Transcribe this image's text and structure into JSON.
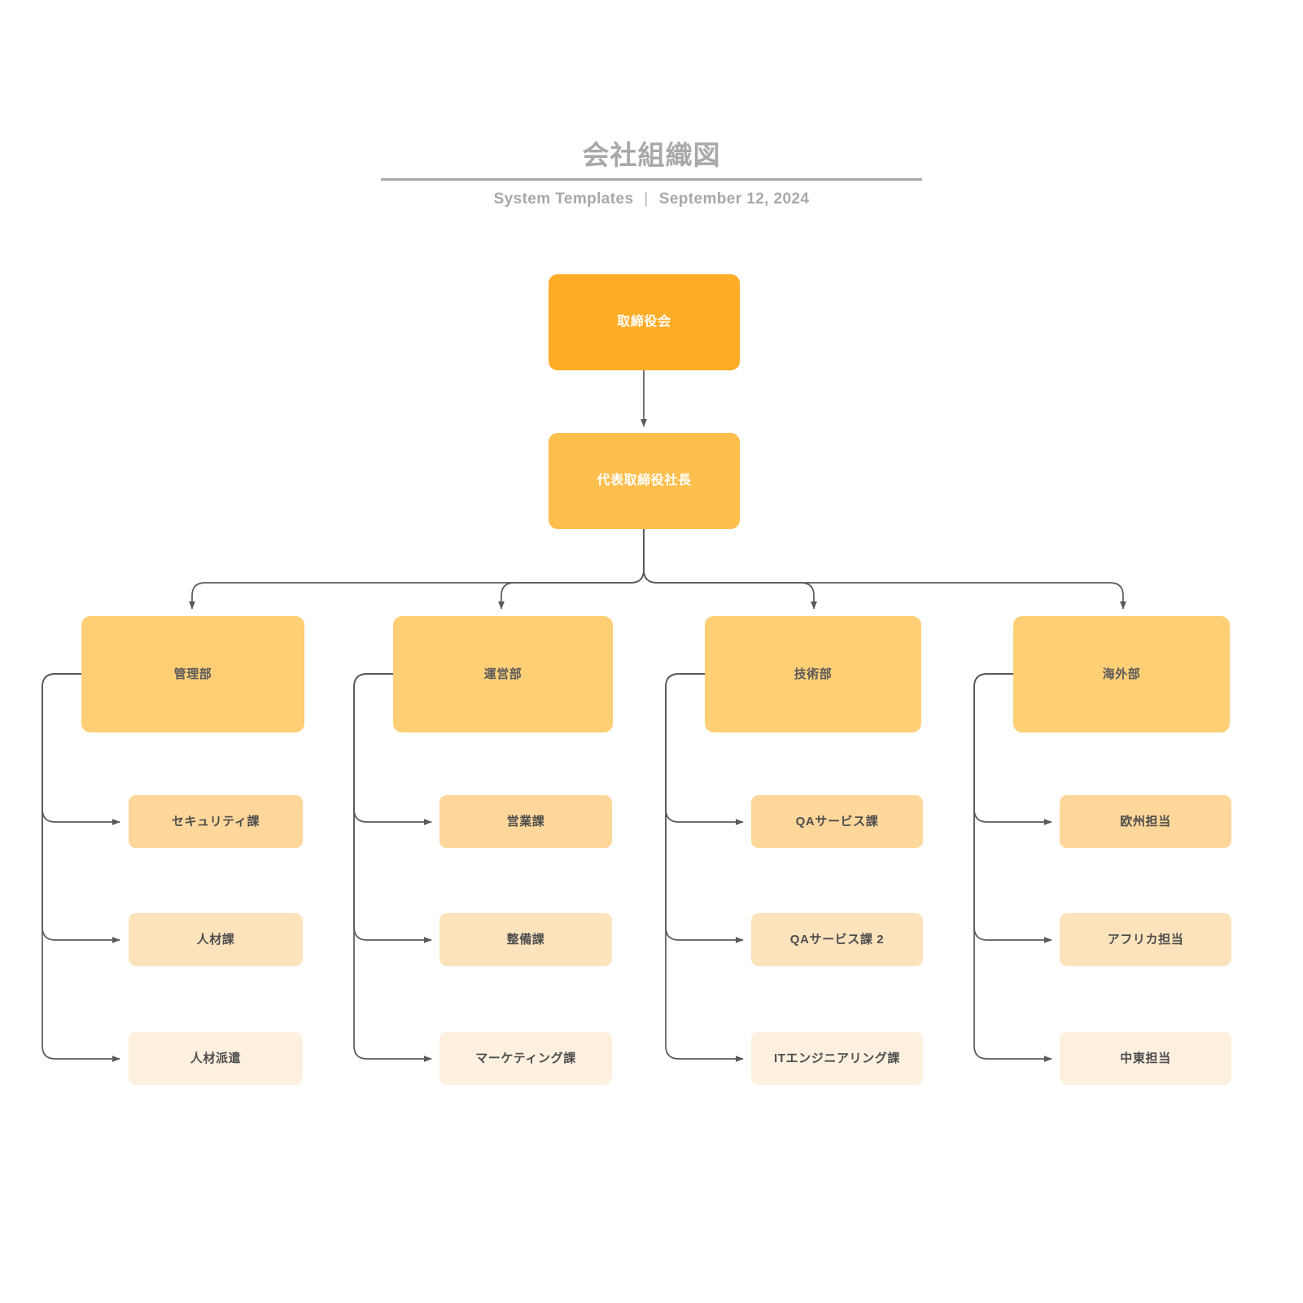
{
  "header": {
    "title": "会社組織図",
    "source": "System Templates",
    "separator": "|",
    "date": "September 12, 2024"
  },
  "colors": {
    "root": "#ffac26",
    "exec": "#ffbf4d",
    "dept": "#ffcf76",
    "sub1": "#ffd79a",
    "sub2": "#fce3bc",
    "sub3": "#fdf0df",
    "connector": "#595959",
    "header_text": "#a8a8a8"
  },
  "chart_data": {
    "type": "diagram",
    "title": "会社組織図",
    "nodes": {
      "root": "取締役会",
      "exec": "代表取締役社長",
      "departments": [
        {
          "name": "管理部",
          "children": [
            "セキュリティ課",
            "人材課",
            "人材派遣"
          ]
        },
        {
          "name": "運営部",
          "children": [
            "営業課",
            "整備課",
            "マーケティング課"
          ]
        },
        {
          "name": "技術部",
          "children": [
            "QAサービス課",
            "QAサービス課 2",
            "ITエンジニアリング課"
          ]
        },
        {
          "name": "海外部",
          "children": [
            "欧州担当",
            "アフリカ担当",
            "中東担当"
          ]
        }
      ]
    }
  }
}
